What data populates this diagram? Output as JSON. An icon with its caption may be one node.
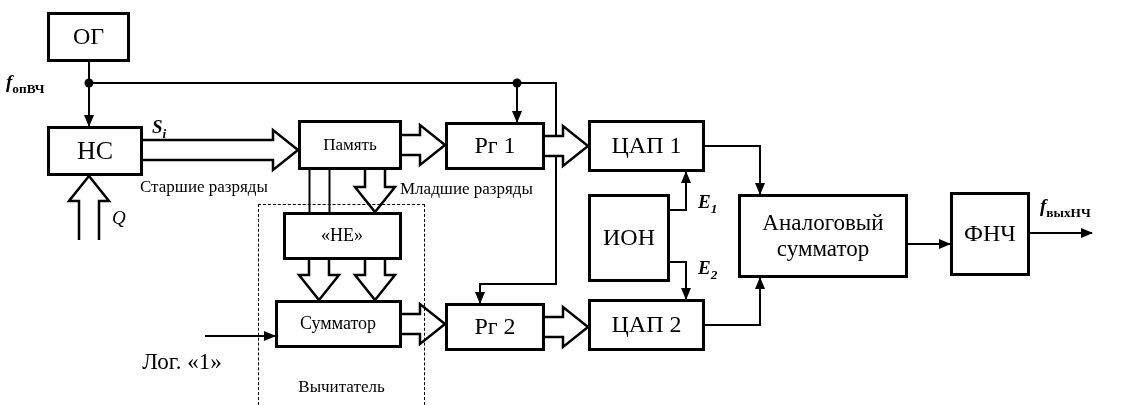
{
  "diagram": {
    "nodes": [
      {
        "text": [
          "ОГ"
        ]
      },
      {
        "text": [
          "НС"
        ]
      },
      {
        "text": [
          "Память"
        ]
      },
      {
        "text": [
          "Вычитатель"
        ]
      },
      {
        "text": [
          "«НЕ»"
        ],
        "in": 3
      },
      {
        "text": [
          "Сумматор"
        ],
        "in": 3
      },
      {
        "text": [
          "Рг 1"
        ]
      },
      {
        "text": [
          "Рг  2"
        ]
      },
      {
        "text": [
          "ЦАП 1"
        ]
      },
      {
        "text": [
          "ЦАП 2"
        ]
      },
      {
        "text": [
          "ИОН"
        ]
      },
      {
        "text": [
          "Аналоговый сумматор"
        ]
      },
      {
        "text": [
          "ФНЧ"
        ]
      },
      {
        "text": [
          "Лог. «1»"
        ]
      }
    ],
    "edges": [
      {
        "from": 0,
        "to": 1,
        "arrow": "to"
      },
      {
        "from": 0,
        "to": 6,
        "arrow": "to"
      },
      {
        "from": 0,
        "to": 7,
        "arrow": "to"
      },
      {
        "from": 1,
        "to": 2,
        "arrow": "to",
        "style": "thick",
        "label": "S$_{i}$"
      },
      {
        "from": null,
        "to": 1,
        "arrow": "to",
        "style": "thick",
        "label": "Q"
      },
      {
        "from": 2,
        "to": 6,
        "arrow": "to",
        "style": "thick"
      },
      {
        "from": 2,
        "to": 4,
        "arrow": "none",
        "label": "Старшие разряды"
      },
      {
        "from": 2,
        "to": 4,
        "arrow": "to",
        "style": "thick",
        "label": "Младшие разряды"
      },
      {
        "from": 4,
        "to": 5,
        "arrow": "to",
        "style": "thick"
      },
      {
        "from": 4,
        "to": 5,
        "arrow": "to",
        "style": "thick"
      },
      {
        "from": 13,
        "to": 5,
        "arrow": "to"
      },
      {
        "from": 5,
        "to": 7,
        "arrow": "to",
        "style": "thick"
      },
      {
        "from": 6,
        "to": 8,
        "arrow": "to",
        "style": "thick"
      },
      {
        "from": 7,
        "to": 9,
        "arrow": "to",
        "style": "thick"
      },
      {
        "from": 10,
        "to": 8,
        "arrow": "to",
        "label": "E$_{1}$"
      },
      {
        "from": 10,
        "to": 9,
        "arrow": "to",
        "label": "E$_{2}$"
      },
      {
        "from": 8,
        "to": 11,
        "arrow": "to"
      },
      {
        "from": 9,
        "to": 11,
        "arrow": "to"
      },
      {
        "from": 11,
        "to": 12,
        "arrow": "to"
      },
      {
        "from": 12,
        "to": null,
        "arrow": "to",
        "label": "*f*$_{выхНЧ}$"
      }
    ],
    "labels": [
      "*f*$_{опВЧ}$"
    ]
  }
}
